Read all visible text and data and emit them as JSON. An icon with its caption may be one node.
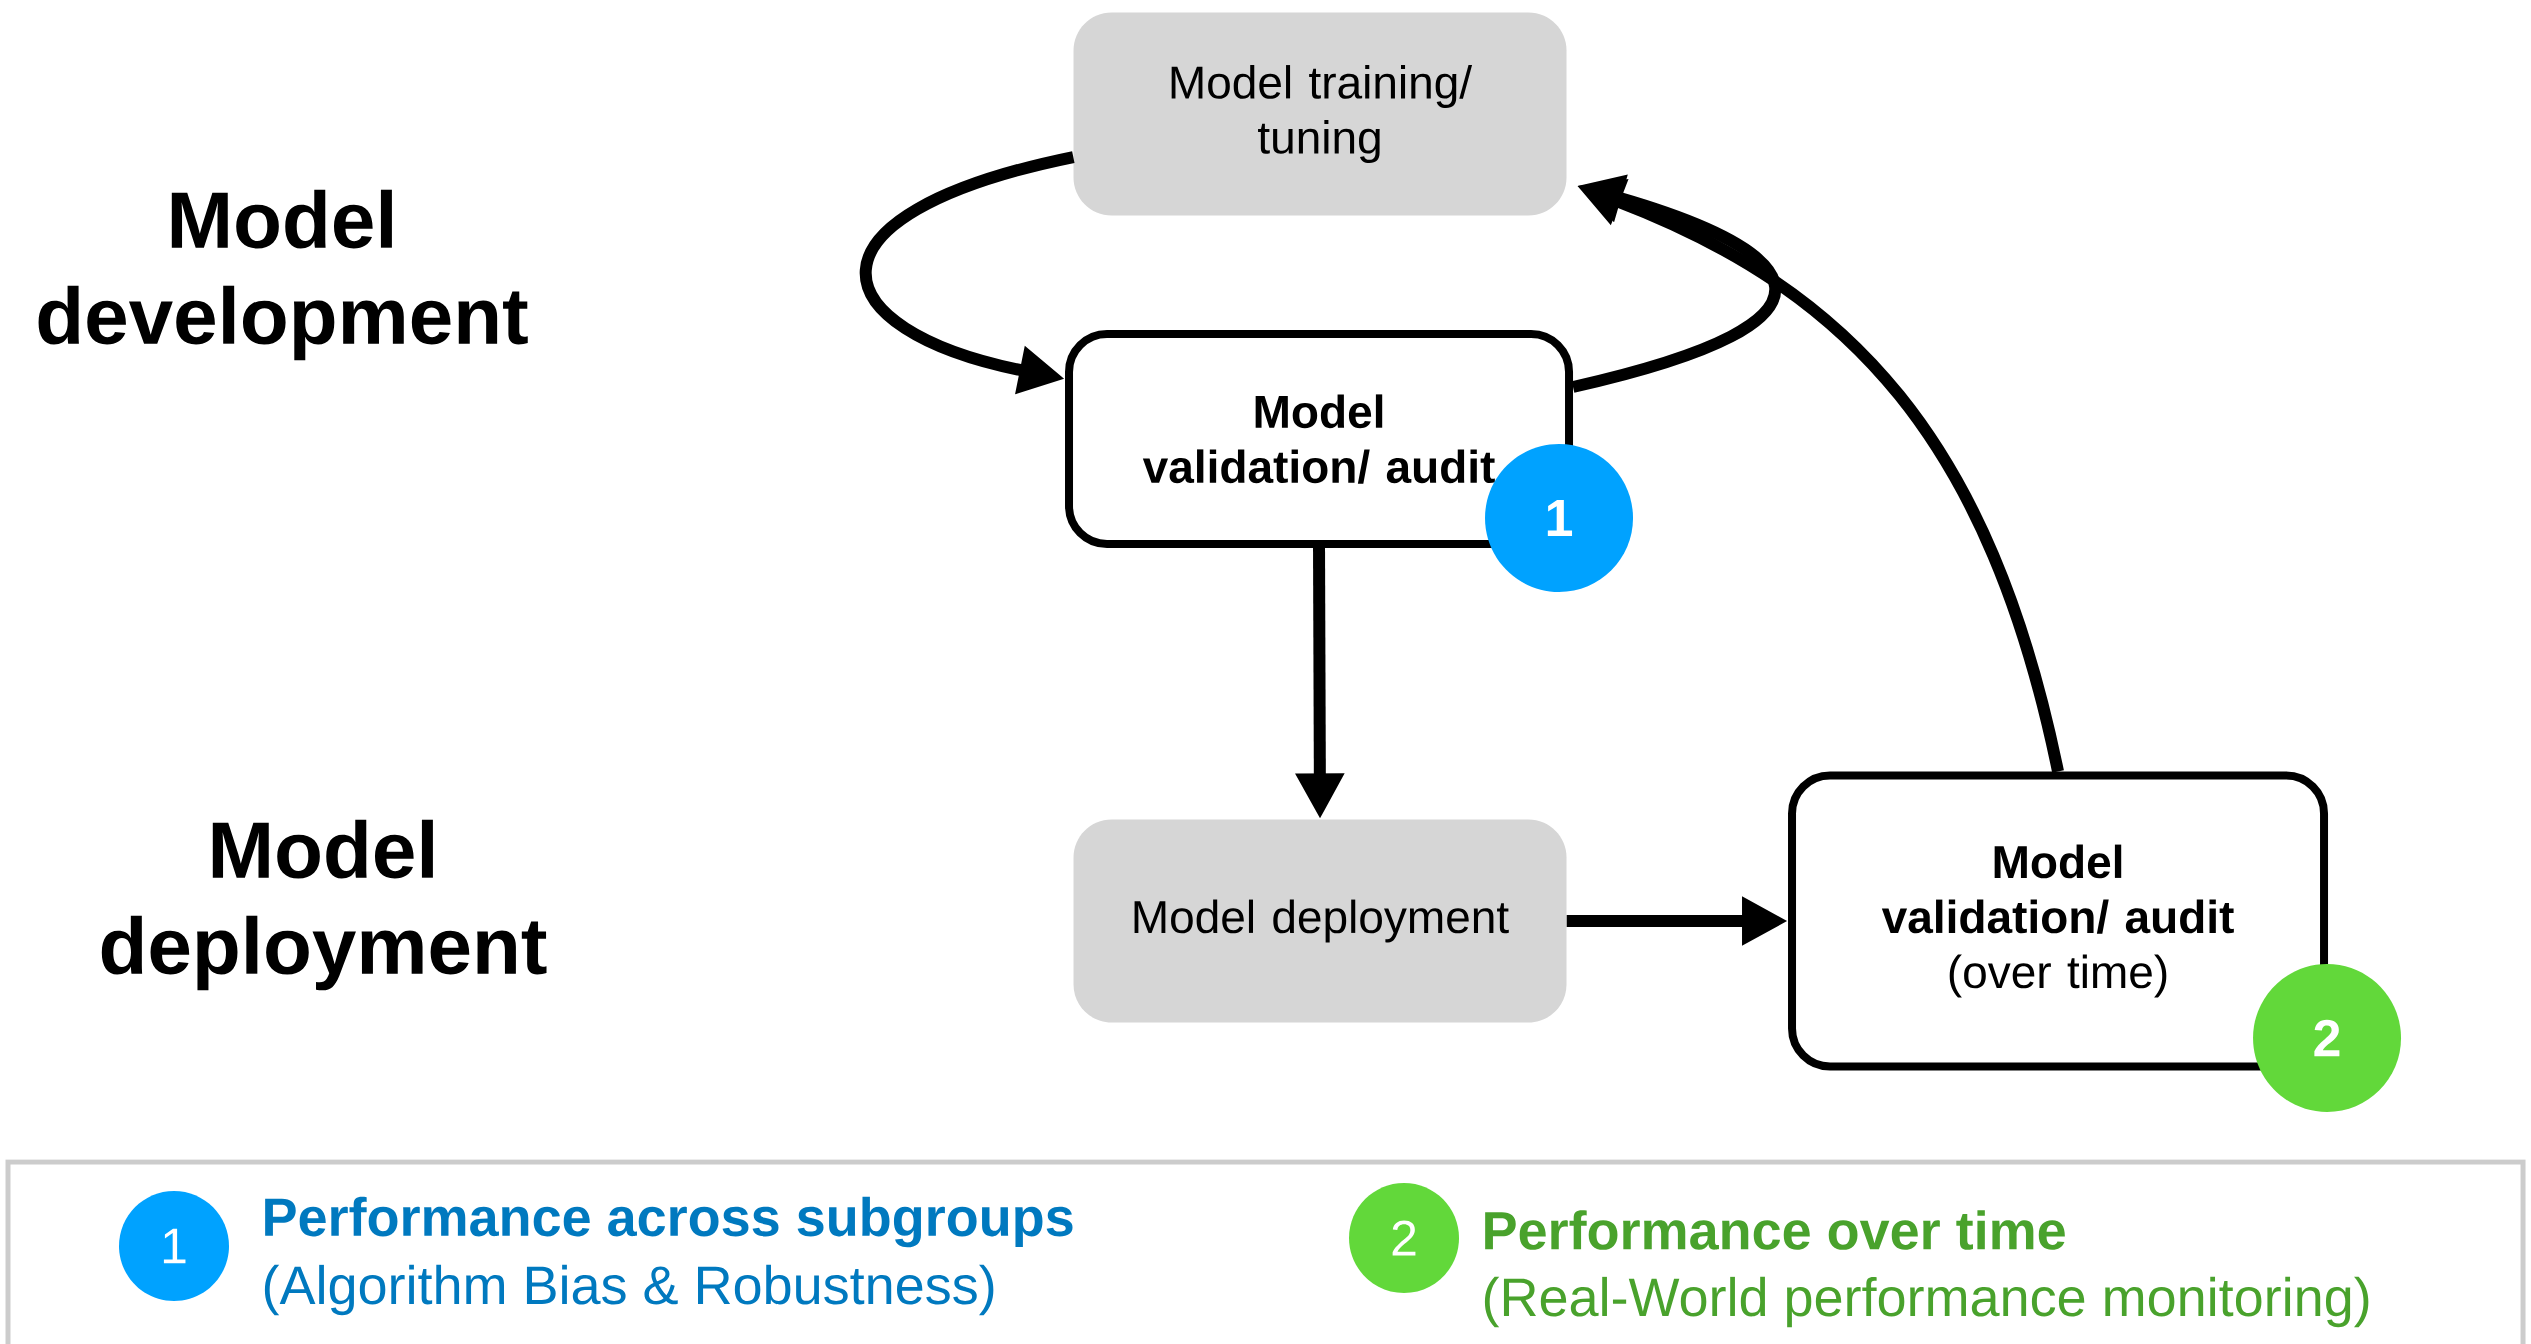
{
  "diagram": {
    "nodes": [
      {
        "text": [
          "Model training/ tuning"
        ]
      },
      {
        "text": [
          "Model validation/ audit"
        ]
      },
      {
        "text": [
          "1"
        ]
      },
      {
        "text": [
          "Model deployment"
        ]
      },
      {
        "text": [
          "Model validation/ audit",
          "(over time)"
        ]
      },
      {
        "text": [
          "2"
        ]
      }
    ],
    "edges": [
      {
        "from": 0,
        "to": 1,
        "arrow": "to"
      },
      {
        "from": 1,
        "to": 0,
        "arrow": "to"
      },
      {
        "from": 4,
        "to": 0,
        "arrow": "to"
      },
      {
        "from": 1,
        "to": 3,
        "arrow": "to"
      },
      {
        "from": 3,
        "to": 4,
        "arrow": "to"
      }
    ],
    "labels": [
      "Model development",
      "Model deployment",
      "1",
      "(Algorithm Bias & Robustness)",
      "2",
      "(Real-World performance monitoring)"
    ],
    "legend": [
      {
        "text": "Performance across subgroups",
        "color": "#00a2ff"
      },
      {
        "text": "Performance over time",
        "color": "#62d83a"
      }
    ]
  }
}
